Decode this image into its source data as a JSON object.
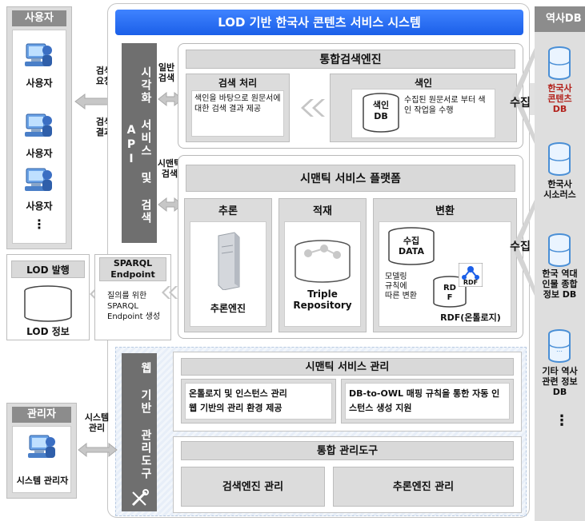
{
  "system_title": "LOD 기반 한국사 콘텐츠 서비스 시스템",
  "users_panel": {
    "title": "사용자",
    "users": [
      "사용자",
      "사용자",
      "사용자"
    ],
    "more": "⋮"
  },
  "arrows_left": {
    "search_request": "검색\n요청",
    "search_result": "검색\n결과",
    "general_search": "일반\n검색",
    "semantic_search": "시맨틱\n검색",
    "system_manage": "시스템\n관리"
  },
  "api_column": "시각화 서비스 및 검색 API",
  "search_engine": {
    "title": "통합검색엔진",
    "processing": {
      "title": "검색 처리",
      "desc": "색인을 바탕으로 원문서에 대한 검색 결과 제공"
    },
    "index": {
      "title": "색인",
      "db_label": "색인\nDB",
      "desc": "수집된 원문서로 부터 색인 작업을 수행"
    }
  },
  "semantic_platform": {
    "title": "시맨틱 서비스 플랫폼",
    "reasoning": {
      "title": "추론",
      "engine": "추론엔진"
    },
    "loading": {
      "title": "적재",
      "repo": "Triple\nRepository"
    },
    "transform": {
      "title": "변환",
      "collect": "수집\nDATA",
      "rule": "모델링\n규칙에\n따른 변환",
      "rdf_small": "RD\nF",
      "rdf_badge": "RDF",
      "rdf_label": "RDF(온톨로지)"
    }
  },
  "lod_publish": {
    "title": "LOD 발행",
    "info": "LOD 정보"
  },
  "sparql": {
    "title": "SPARQL\nEndpoint",
    "desc": "질의를 위한\nSPARQL\nEndpoint 생성"
  },
  "web_mgmt_column": "웹 기반 관리도구",
  "semantic_mgmt": {
    "title": "시맨틱 서비스 관리",
    "left": "온톨로지 및 인스턴스 관리\n웹 기반의 관리 환경 제공",
    "right": "DB-to-OWL 매핑 규칙을 통한 자동 인스턴스 생성 지원"
  },
  "integrated_tool": {
    "title": "통합 관리도구",
    "search_mgmt": "검색엔진 관리",
    "reasoning_mgmt": "추론엔진 관리"
  },
  "admin_panel": {
    "title": "관리자",
    "admin": "시스템 관리자"
  },
  "collect_label_1": "수집",
  "collect_label_2": "수집",
  "history_db": {
    "title": "역사DB",
    "items": [
      "한국사\n콘텐츠\nDB",
      "한국사\n시소러스",
      "한국 역대\n인물 종합\n정보 DB",
      "기타 역사\n관련 정보\nDB"
    ],
    "more": "⋮"
  },
  "colors": {
    "red_label": "#b3221c",
    "title_blue": "#2a6cf0"
  }
}
